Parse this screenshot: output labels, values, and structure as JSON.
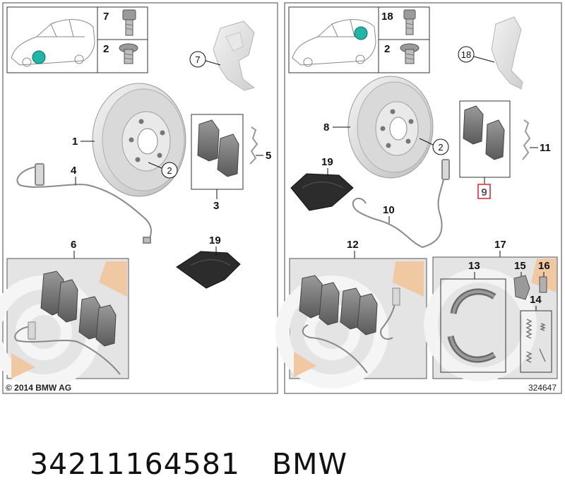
{
  "left_panel": {
    "callouts": [
      "7",
      "2",
      "7",
      "1",
      "2",
      "4",
      "5",
      "3",
      "6",
      "19"
    ],
    "copyright": "© 2014 BMW AG"
  },
  "right_panel": {
    "callouts": [
      "18",
      "2",
      "18",
      "8",
      "2",
      "11",
      "19",
      "10",
      "9",
      "12",
      "17",
      "13",
      "15",
      "16",
      "14"
    ],
    "diagram_number": "324647",
    "highlight_color": "#e0202a"
  },
  "colors": {
    "marker": "#1fb5a7",
    "watermark": "#f0c8a2",
    "panel_bg": "#e4e4e4"
  },
  "footer": {
    "part_number": "34211164581",
    "brand": "BMW"
  }
}
